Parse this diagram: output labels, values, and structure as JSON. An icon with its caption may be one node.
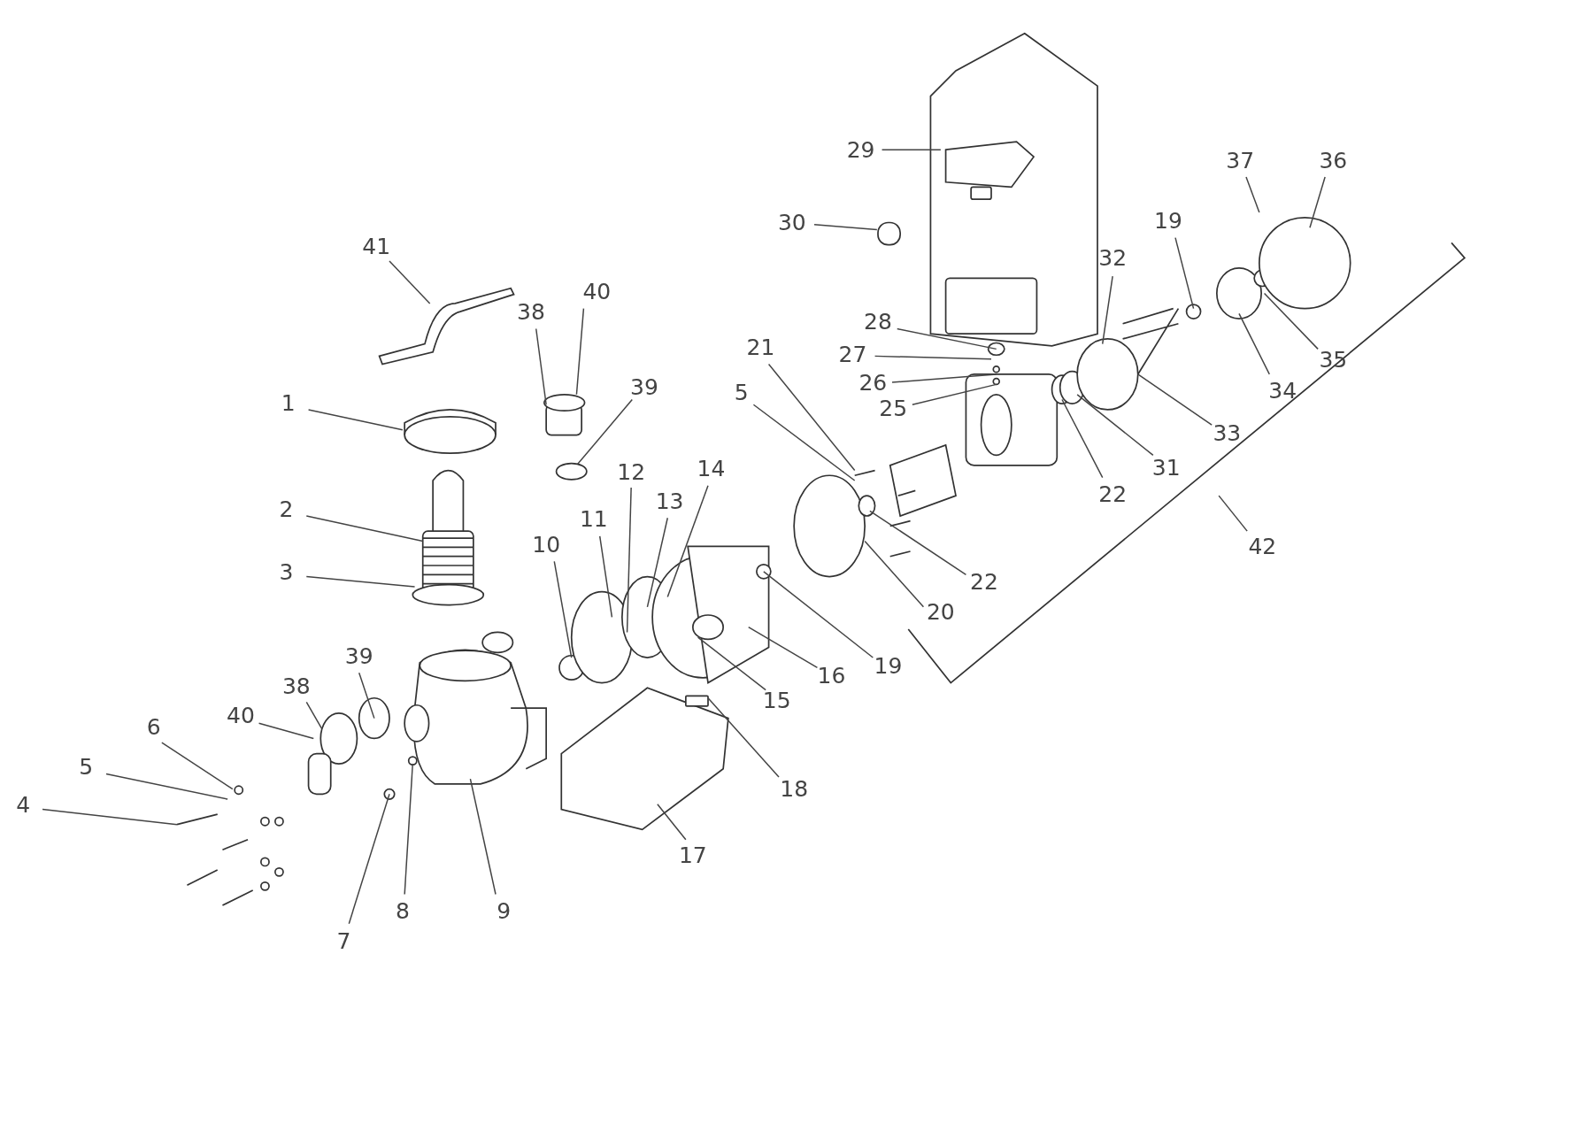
{
  "diagram": {
    "nodes": [
      {
        "text": [
          "41"
        ]
      },
      {
        "text": [
          "38"
        ]
      },
      {
        "text": [
          "40"
        ]
      },
      {
        "text": [
          "39"
        ]
      },
      {
        "text": [
          "1"
        ]
      },
      {
        "text": [
          "2"
        ]
      },
      {
        "text": [
          "3"
        ]
      },
      {
        "text": [
          "10"
        ]
      },
      {
        "text": [
          "11"
        ]
      },
      {
        "text": [
          "12"
        ]
      },
      {
        "text": [
          "13"
        ]
      },
      {
        "text": [
          "14"
        ]
      },
      {
        "text": [
          "15"
        ]
      },
      {
        "text": [
          "16"
        ]
      },
      {
        "text": [
          "19"
        ]
      },
      {
        "text": [
          "20"
        ]
      },
      {
        "text": [
          "22"
        ]
      },
      {
        "text": [
          "21"
        ]
      },
      {
        "text": [
          "5"
        ]
      },
      {
        "text": [
          "29"
        ]
      },
      {
        "text": [
          "30"
        ]
      },
      {
        "text": [
          "28"
        ]
      },
      {
        "text": [
          "27"
        ]
      },
      {
        "text": [
          "26"
        ]
      },
      {
        "text": [
          "25"
        ]
      },
      {
        "text": [
          "22"
        ]
      },
      {
        "text": [
          "31"
        ]
      },
      {
        "text": [
          "32"
        ]
      },
      {
        "text": [
          "33"
        ]
      },
      {
        "text": [
          "19"
        ]
      },
      {
        "text": [
          "34"
        ]
      },
      {
        "text": [
          "35"
        ]
      },
      {
        "text": [
          "36"
        ]
      },
      {
        "text": [
          "37"
        ]
      },
      {
        "text": [
          "42"
        ]
      },
      {
        "text": [
          "6"
        ]
      },
      {
        "text": [
          "5"
        ]
      },
      {
        "text": [
          "4"
        ]
      },
      {
        "text": [
          "40"
        ]
      },
      {
        "text": [
          "38"
        ]
      },
      {
        "text": [
          "39"
        ]
      },
      {
        "text": [
          "7"
        ]
      },
      {
        "text": [
          "8"
        ]
      },
      {
        "text": [
          "9"
        ]
      },
      {
        "text": [
          "17"
        ]
      },
      {
        "text": [
          "18"
        ]
      },
      {
        "text": [],
        "shape": "circle"
      }
    ],
    "edges": [
      {
        "from": 0,
        "to": null,
        "arrow": "none"
      },
      {
        "from": 1,
        "to": null,
        "arrow": "none"
      },
      {
        "from": 2,
        "to": null,
        "arrow": "none"
      },
      {
        "from": 3,
        "to": 46,
        "arrow": "none"
      },
      {
        "from": 4,
        "to": null,
        "arrow": "none"
      },
      {
        "from": 5,
        "to": null,
        "arrow": "none"
      },
      {
        "from": 6,
        "to": null,
        "arrow": "none"
      },
      {
        "from": 7,
        "to": null,
        "arrow": "none"
      },
      {
        "from": 8,
        "to": null,
        "arrow": "none"
      },
      {
        "from": 9,
        "to": null,
        "arrow": "none"
      },
      {
        "from": 10,
        "to": null,
        "arrow": "none"
      },
      {
        "from": 11,
        "to": null,
        "arrow": "none"
      },
      {
        "from": 12,
        "to": null,
        "arrow": "none"
      },
      {
        "from": 13,
        "to": null,
        "arrow": "none"
      },
      {
        "from": 14,
        "to": null,
        "arrow": "none"
      },
      {
        "from": 15,
        "to": null,
        "arrow": "none"
      },
      {
        "from": 16,
        "to": null,
        "arrow": "none"
      },
      {
        "from": 17,
        "to": null,
        "arrow": "none"
      },
      {
        "from": 18,
        "to": null,
        "arrow": "none"
      },
      {
        "from": 19,
        "to": null,
        "arrow": "none"
      },
      {
        "from": 20,
        "to": null,
        "arrow": "none"
      },
      {
        "from": 21,
        "to": null,
        "arrow": "none"
      },
      {
        "from": 22,
        "to": null,
        "arrow": "none"
      },
      {
        "from": 23,
        "to": null,
        "arrow": "none"
      },
      {
        "from": 24,
        "to": null,
        "arrow": "none"
      },
      {
        "from": 25,
        "to": null,
        "arrow": "none"
      },
      {
        "from": 26,
        "to": null,
        "arrow": "none"
      },
      {
        "from": 27,
        "to": null,
        "arrow": "none"
      },
      {
        "from": 28,
        "to": null,
        "arrow": "none"
      },
      {
        "from": 29,
        "to": null,
        "arrow": "none"
      },
      {
        "from": 30,
        "to": null,
        "arrow": "none"
      },
      {
        "from": 31,
        "to": null,
        "arrow": "none"
      },
      {
        "from": 32,
        "to": null,
        "arrow": "none"
      },
      {
        "from": 33,
        "to": null,
        "arrow": "none"
      },
      {
        "from": 34,
        "to": null,
        "arrow": "none"
      },
      {
        "from": 35,
        "to": null,
        "arrow": "none"
      },
      {
        "from": 36,
        "to": null,
        "arrow": "none"
      },
      {
        "from": 37,
        "to": null,
        "arrow": "none"
      },
      {
        "from": 38,
        "to": null,
        "arrow": "none"
      },
      {
        "from": 39,
        "to": null,
        "arrow": "none"
      },
      {
        "from": 40,
        "to": null,
        "arrow": "none"
      },
      {
        "from": 41,
        "to": null,
        "arrow": "none"
      },
      {
        "from": 42,
        "to": null,
        "arrow": "none"
      },
      {
        "from": 43,
        "to": null,
        "arrow": "none"
      },
      {
        "from": 44,
        "to": null,
        "arrow": "none"
      },
      {
        "from": 45,
        "to": null,
        "arrow": "none"
      }
    ]
  }
}
